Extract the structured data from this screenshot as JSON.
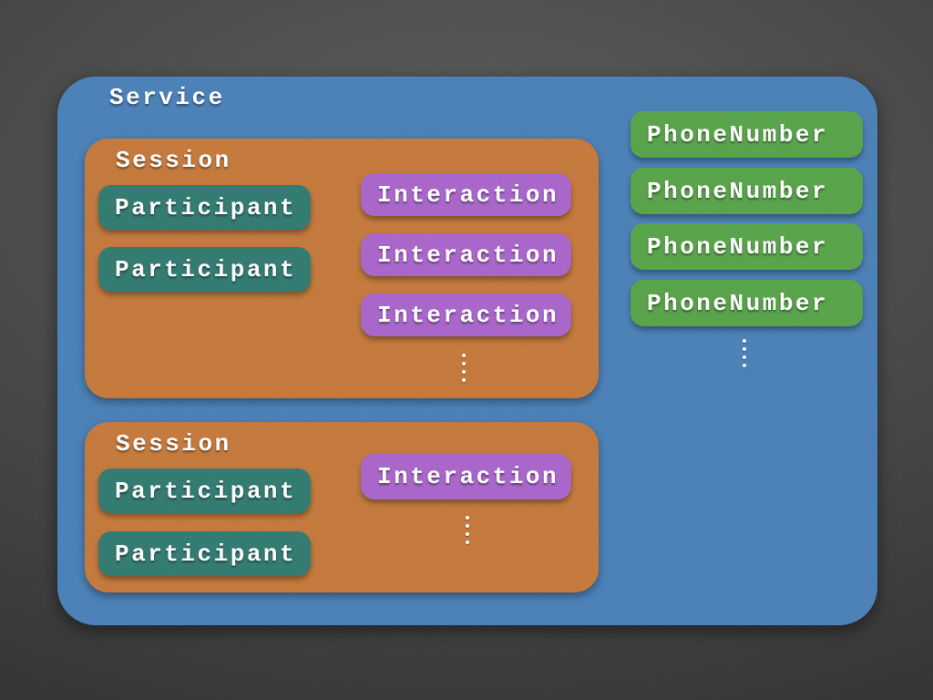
{
  "slide": {
    "title": "Service",
    "sessions": [
      {
        "label": "Session",
        "participants": [
          "Participant",
          "Participant"
        ],
        "interactions": [
          "Interaction",
          "Interaction",
          "Interaction"
        ],
        "more_indicator": "vertical-ellipsis"
      },
      {
        "label": "Session",
        "participants": [
          "Participant",
          "Participant"
        ],
        "interactions": [
          "Interaction"
        ],
        "more_indicator": "vertical-ellipsis"
      }
    ],
    "phone_numbers": {
      "items": [
        "PhoneNumber",
        "PhoneNumber",
        "PhoneNumber",
        "PhoneNumber"
      ],
      "more_indicator": "vertical-ellipsis"
    }
  },
  "colors": {
    "background_outer": "#2b2b2b",
    "background_center": "#5d5d5d",
    "service": "#4a80b8",
    "session": "#c5793b",
    "participant": "#317a71",
    "interaction": "#a965cb",
    "phone_number": "#57a349",
    "text": "#ffffff"
  }
}
